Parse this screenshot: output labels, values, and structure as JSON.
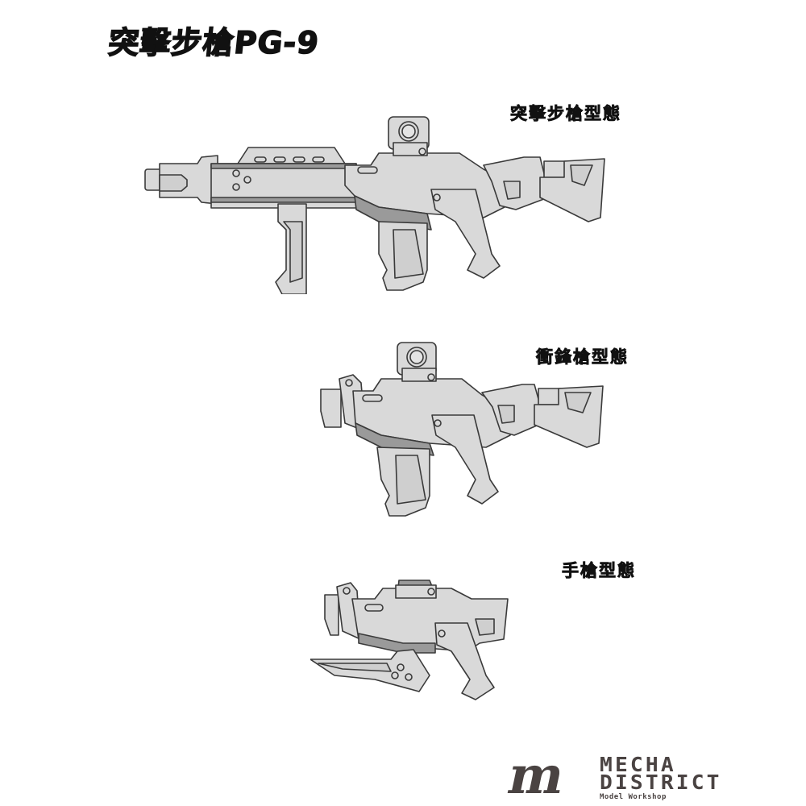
{
  "title": "突擊步槍PG-9",
  "configurations": [
    {
      "label": "突擊步槍型態",
      "variant": "assault-rifle"
    },
    {
      "label": "衝鋒槍型態",
      "variant": "submachine-gun"
    },
    {
      "label": "手槍型態",
      "variant": "pistol"
    }
  ],
  "logo": {
    "mark": "m",
    "line1": "MECHA",
    "line2": "DISTRICT",
    "line3": "Model Workshop"
  },
  "colors": {
    "body_fill": "#d9d9d9",
    "shade_fill": "#9a9a9a",
    "outline": "#3a3a3a",
    "logo": "#4a4342"
  }
}
